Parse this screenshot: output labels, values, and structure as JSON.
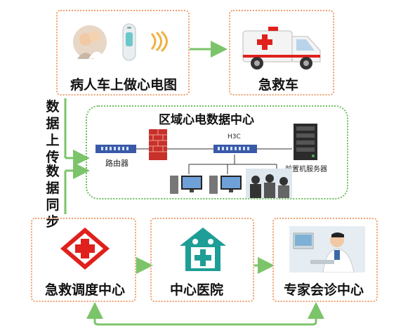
{
  "nodes": {
    "patient_ecg": "病人车上做心电图",
    "ambulance": "急救车",
    "data_center": "区域心电数据中心",
    "dispatch": "急救调度中心",
    "hospital": "中心医院",
    "expert": "专家会诊中心"
  },
  "network": {
    "router": "路由器",
    "switch_brand": "H3C",
    "front_server": "前置机服务器"
  },
  "side_labels": {
    "upload": "数据上传",
    "sync": "数据同步"
  },
  "colors": {
    "arrow": "#7cc46a",
    "box_border": "#f0a070",
    "group_border": "#6cbf5c",
    "medical_red": "#e0201c",
    "hospital_teal": "#1e9e96"
  }
}
